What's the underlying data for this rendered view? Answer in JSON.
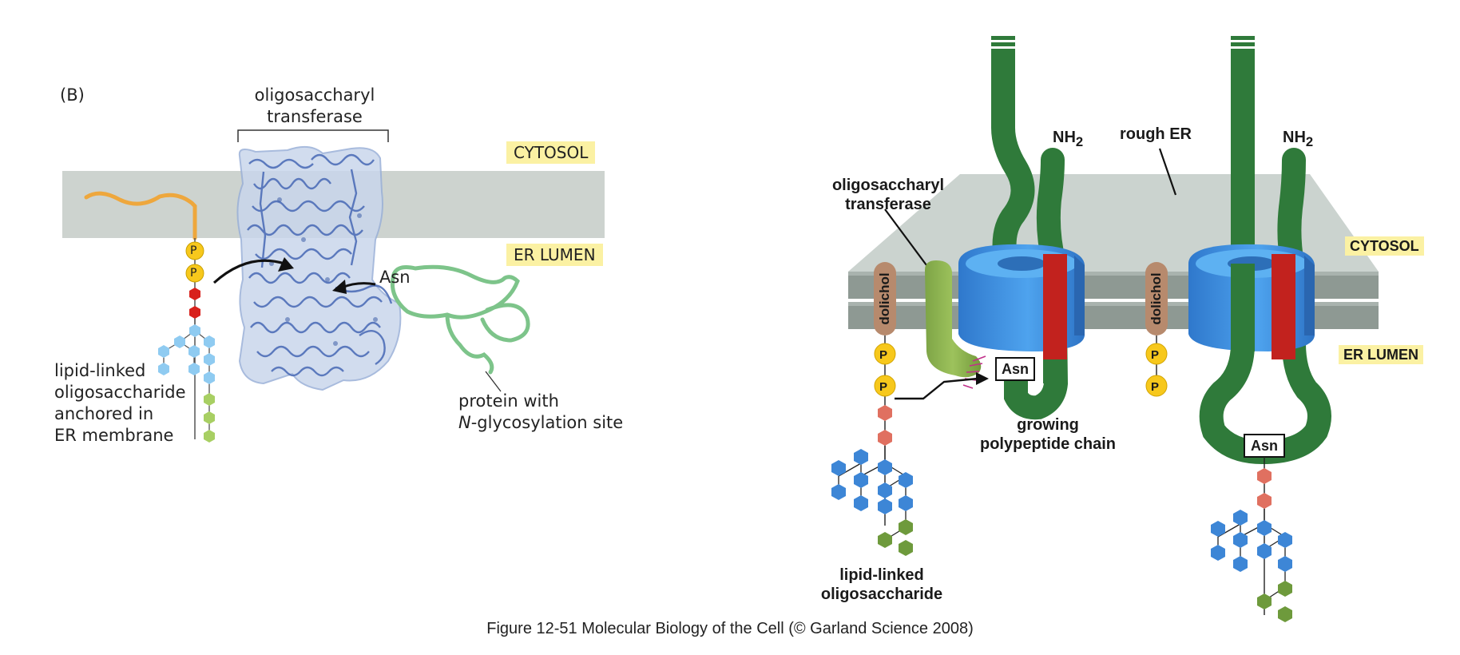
{
  "panel_b": {
    "panel_label": "(B)",
    "enzyme_label_line1": "oligosaccharyl",
    "enzyme_label_line2": "transferase",
    "cytosol_tag": "CYTOSOL",
    "lumen_tag": "ER LUMEN",
    "asn_label": "Asn",
    "phosphate_label": "P",
    "lipid_label_lines": [
      "lipid-linked",
      "oligosaccharide",
      "anchored in",
      "ER membrane"
    ],
    "protein_label_line1": "protein with",
    "protein_label_italic": "N",
    "protein_label_rest": "-glycosylation site"
  },
  "panel_a": {
    "enzyme_label_line1": "oligosaccharyl",
    "enzyme_label_line2": "transferase",
    "nh2_left": "NH",
    "nh2_right": "NH",
    "nh2_sub": "2",
    "rough_er_label": "rough ER",
    "cytosol_tag": "CYTOSOL",
    "lumen_tag": "ER LUMEN",
    "dolichol_label": "dolichol",
    "phosphate_label": "P",
    "asn_label": "Asn",
    "growing_chain_line1": "growing",
    "growing_chain_line2": "polypeptide chain",
    "lipid_label_line1": "lipid-linked",
    "lipid_label_line2": "oligosaccharide"
  },
  "colors": {
    "membrane_b": "#cdd3cf",
    "membrane_a": "#8e9993",
    "translocon": "#3d8de0",
    "polypeptide": "#2f7a3a",
    "red_segment": "#c2221e",
    "phosphate": "#f7c81c",
    "dolichol": "#b78a6d",
    "blue_sugar": "#3d86d6",
    "salmon_sugar": "#e07060",
    "green_sugar": "#6e9a3c",
    "tag_bg": "#fbf1a3",
    "oligosaccharyl_transferase": "#88ad4a"
  },
  "caption": "Figure 12-51  Molecular Biology of the Cell (© Garland Science 2008)"
}
